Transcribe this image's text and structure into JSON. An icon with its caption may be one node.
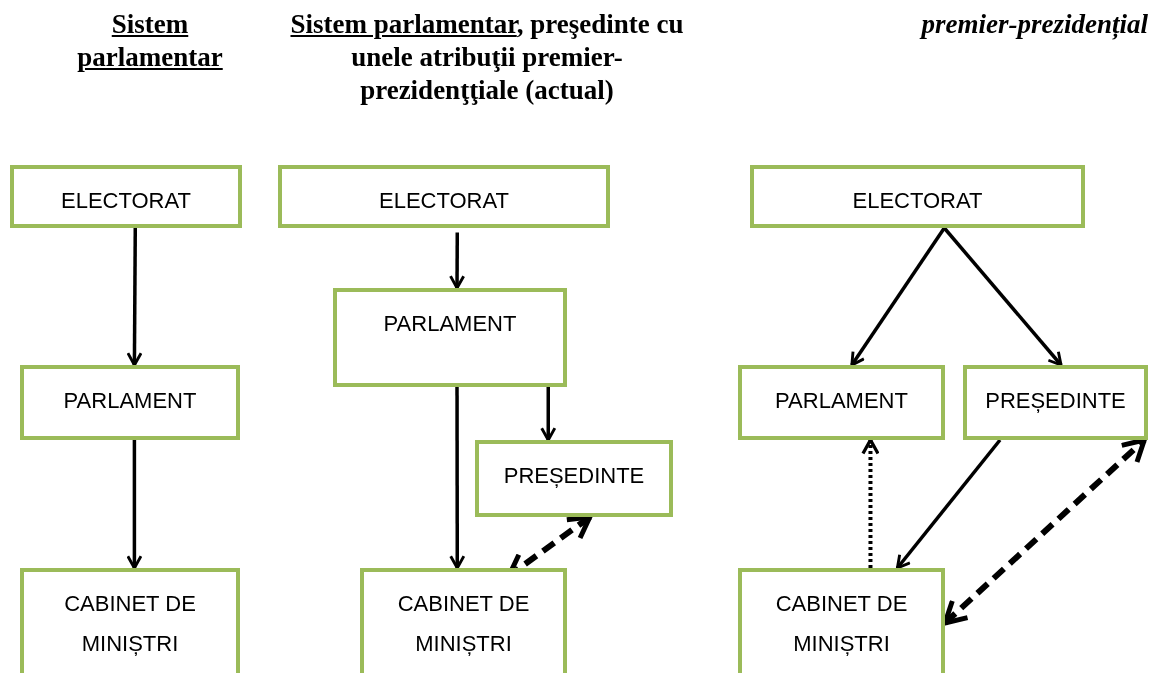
{
  "diagram": {
    "nodes": [
      {
        "text": [
          "ELECTORAT"
        ]
      },
      {
        "text": [
          "PARLAMENT"
        ]
      },
      {
        "text": [
          "CABINET DE MINIȘTRI"
        ]
      },
      {
        "text": [
          "ELECTORAT"
        ]
      },
      {
        "text": [
          "PARLAMENT"
        ]
      },
      {
        "text": [
          "PREȘEDINTE"
        ]
      },
      {
        "text": [
          "CABINET DE MINIȘTRI"
        ]
      },
      {
        "text": [
          "ELECTORAT"
        ]
      },
      {
        "text": [
          "PARLAMENT"
        ]
      },
      {
        "text": [
          "PREȘEDINTE"
        ]
      },
      {
        "text": [
          "CABINET DE MINIȘTRI"
        ]
      }
    ],
    "edges": [
      {
        "from": 0,
        "to": 1,
        "arrow": "to"
      },
      {
        "from": 1,
        "to": 2,
        "arrow": "to"
      },
      {
        "from": 3,
        "to": 4,
        "arrow": "to"
      },
      {
        "from": 4,
        "to": 6,
        "arrow": "to"
      },
      {
        "from": 4,
        "to": 5,
        "arrow": "to"
      },
      {
        "from": 5,
        "to": 6,
        "arrow": "both",
        "style": "dashed"
      },
      {
        "from": 7,
        "to": 8,
        "arrow": "to"
      },
      {
        "from": 7,
        "to": 9,
        "arrow": "to"
      },
      {
        "from": 10,
        "to": 8,
        "arrow": "to",
        "style": "dashed"
      },
      {
        "from": 9,
        "to": 10,
        "arrow": "to"
      },
      {
        "from": 10,
        "to": 9,
        "arrow": "both",
        "style": "dashed"
      }
    ],
    "labels": [
      "Sistem parlamentar",
      "Sistem parlamentar, preşedinte cu unele atribuţii premier-prezidenţţiale (actual)",
      "premier-prezidențial"
    ]
  }
}
